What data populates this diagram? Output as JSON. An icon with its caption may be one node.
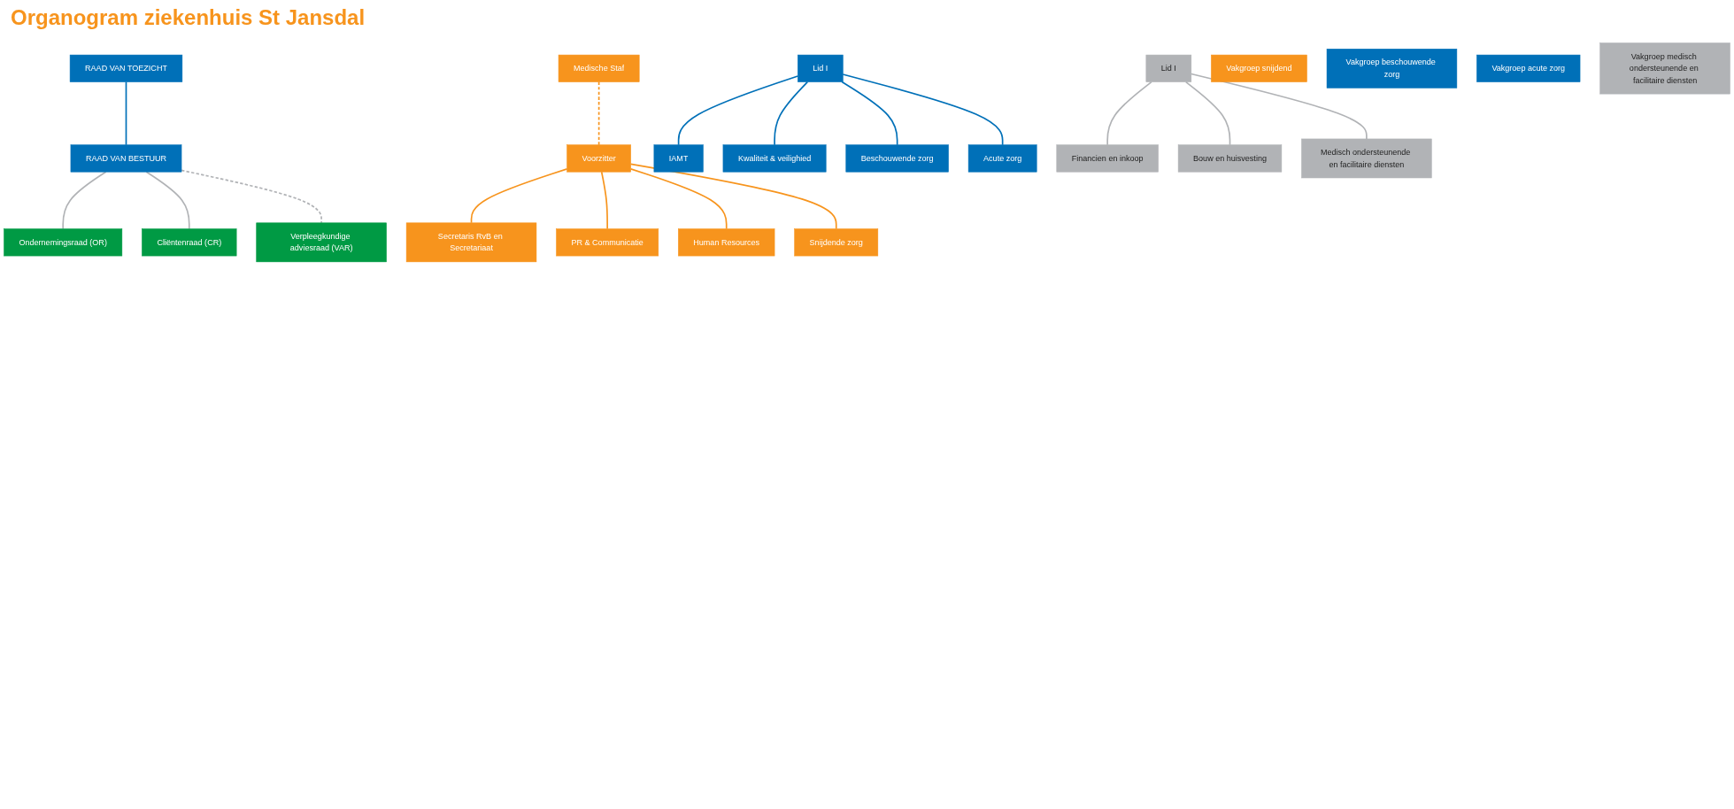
{
  "diagram": {
    "title": "Organogram ziekenhuis St Jansdal",
    "nodes": [
      {
        "text": [
          "RAAD VAN TOEZICHT"
        ]
      },
      {
        "text": [
          "RAAD VAN BESTUUR"
        ]
      },
      {
        "text": [
          "Voorzitter"
        ]
      },
      {
        "text": [
          "Lid I"
        ]
      },
      {
        "text": [
          "Lid I"
        ]
      },
      {
        "text": [
          "Medische Staf"
        ]
      },
      {
        "text": [
          "Ondernemingsraad (OR)"
        ]
      },
      {
        "text": [
          "Cliëntenraad (CR)"
        ]
      },
      {
        "text": [
          "Verpleegkundige adviesraad (VAR)"
        ]
      },
      {
        "text": [
          "Secretaris RvB en Secretariaat"
        ]
      },
      {
        "text": [
          "IAMT"
        ]
      },
      {
        "text": [
          "Kwaliteit & veilighied"
        ]
      },
      {
        "text": [
          "PR & Communicatie"
        ]
      },
      {
        "text": [
          "Human Resources"
        ]
      },
      {
        "text": [
          "Financien en inkoop"
        ]
      },
      {
        "text": [
          "Bouw en huisvesting"
        ]
      },
      {
        "text": [
          "Vakgroep snijdend"
        ]
      },
      {
        "text": [
          "Vakgroep beschouwende zorg"
        ]
      },
      {
        "text": [
          "Vakgroep acute zorg"
        ]
      },
      {
        "text": [
          "Vakgroep medisch ondersteunende en facilitaire diensten"
        ]
      },
      {
        "text": [
          "Snijdende zorg"
        ]
      },
      {
        "text": [
          "Beschouwende zorg"
        ]
      },
      {
        "text": [
          "Acute zorg"
        ]
      },
      {
        "text": [
          "Medisch ondersteunende en facilitaire diensten"
        ]
      }
    ],
    "edges": [
      {
        "from": 0,
        "to": 1,
        "arrow": "none",
        "color": "#0070b8"
      },
      {
        "from": 5,
        "to": 2,
        "arrow": "none",
        "style": "dashed",
        "color": "#f7941d"
      },
      {
        "from": 1,
        "to": 6,
        "arrow": "none"
      },
      {
        "from": 1,
        "to": 7,
        "arrow": "none"
      },
      {
        "from": 1,
        "to": 8,
        "arrow": "none",
        "style": "dashed"
      },
      {
        "from": 2,
        "to": 9,
        "arrow": "none",
        "color": "#f7941d"
      },
      {
        "from": 3,
        "to": 10,
        "arrow": "none",
        "color": "#0070b8"
      },
      {
        "from": 3,
        "to": 11,
        "arrow": "none",
        "color": "#0070b8"
      },
      {
        "from": 2,
        "to": 12,
        "arrow": "none",
        "color": "#f7941d"
      },
      {
        "from": 2,
        "to": 13,
        "arrow": "none",
        "color": "#f7941d"
      },
      {
        "from": 4,
        "to": 14,
        "arrow": "none"
      },
      {
        "from": 4,
        "to": 15,
        "arrow": "none"
      },
      {
        "from": 4,
        "to": 23,
        "arrow": "none"
      },
      {
        "from": 2,
        "to": 20,
        "arrow": "none",
        "color": "#f7941d"
      },
      {
        "from": 3,
        "to": 21,
        "arrow": "none",
        "color": "#0070b8"
      },
      {
        "from": 3,
        "to": 22,
        "arrow": "none",
        "color": "#0070b8"
      }
    ]
  }
}
